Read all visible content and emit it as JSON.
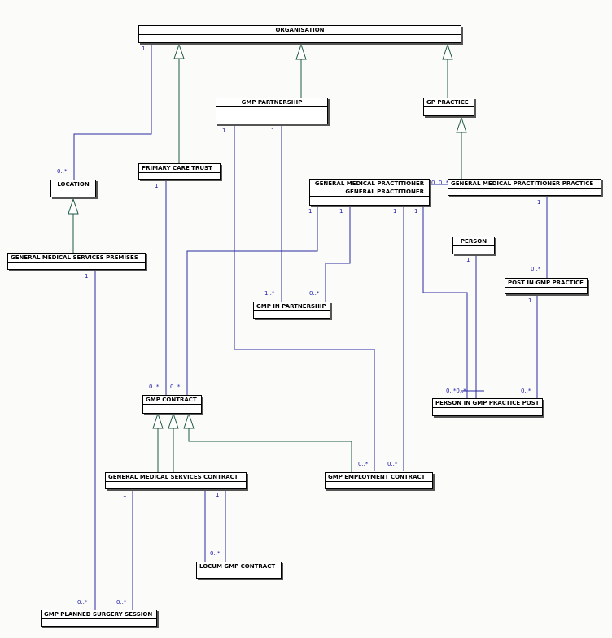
{
  "colors": {
    "association": "#2a2aa0",
    "generalization": "#1f5a44",
    "multiplicity": "#1a1aa6"
  },
  "entities": {
    "organisation": "ORGANISATION",
    "gmp_partnership": "GMP PARTNERSHIP",
    "gp_practice": "GP PRACTICE",
    "location": "LOCATION",
    "primary_care_trust": "PRIMARY CARE TRUST",
    "gmp_line1": "GENERAL MEDICAL PRACTITIONER",
    "gmp_line2": "GENERAL PRACTITIONER",
    "gmp_practice": "GENERAL MEDICAL PRACTITIONER PRACTICE",
    "gms_premises": "GENERAL MEDICAL SERVICES PREMISES",
    "person": "PERSON",
    "post_in_gmp_practice": "POST IN GMP PRACTICE",
    "gmp_in_partnership": "GMP IN PARTNERSHIP",
    "person_in_gmp_practice_post": "PERSON IN GMP PRACTICE POST",
    "gmp_contract": "GMP CONTRACT",
    "gms_contract": "GENERAL MEDICAL SERVICES CONTRACT",
    "gmp_employment_contract": "GMP EMPLOYMENT CONTRACT",
    "locum_gmp_contract": "LOCUM GMP CONTRACT",
    "gmp_planned_surgery_session": "GMP PLANNED SURGERY SESSION"
  },
  "multiplicities": {
    "org_1": "1",
    "location_many": "0..*",
    "pct_1": "1",
    "gmpp_1a": "1",
    "gmpp_1b": "1",
    "gp_0a": "0..0..*",
    "gp_1a": "1",
    "gp_1b": "1",
    "gp_1c": "1",
    "gp_1d": "1",
    "practice_1": "1",
    "premises_1": "1",
    "person_1": "1",
    "post_many": "0..*",
    "post_1": "1",
    "partnership_1many": "1..*",
    "partnership_many": "0..*",
    "contract_many_a": "0..*",
    "contract_many_b": "0..*",
    "person_post_many_a": "0..*0..*",
    "person_post_many_b": "0..*",
    "employment_many_a": "0..*",
    "employment_many_b": "0..*",
    "gms_1a": "1",
    "gms_1b": "1",
    "locum_many": "0..*",
    "session_many_a": "0..*",
    "session_many_b": "0..*"
  }
}
